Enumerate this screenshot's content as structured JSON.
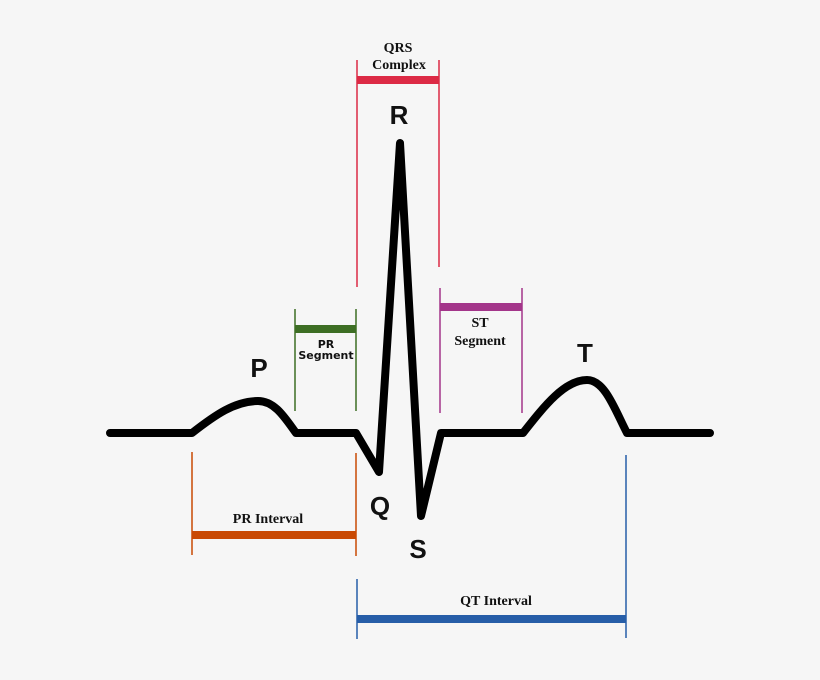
{
  "colors": {
    "background": "#f6f6f6",
    "waveform": "#000000",
    "qrs_complex": "#dc2a45",
    "pr_segment": "#3d6e24",
    "st_segment": "#a3358a",
    "pr_interval": "#c94a04",
    "qt_interval": "#275ea8"
  },
  "waves": {
    "p": "P",
    "q": "Q",
    "r": "R",
    "s": "S",
    "t": "T"
  },
  "brackets": {
    "qrs": {
      "line1": "QRS",
      "line2": "Complex"
    },
    "pr_segment": {
      "line1": "PR",
      "line2": "Segment"
    },
    "st_segment": {
      "line1": "ST",
      "line2": "Segment"
    },
    "pr_interval": {
      "label": "PR Interval"
    },
    "qt_interval": {
      "label": "QT Interval"
    }
  }
}
